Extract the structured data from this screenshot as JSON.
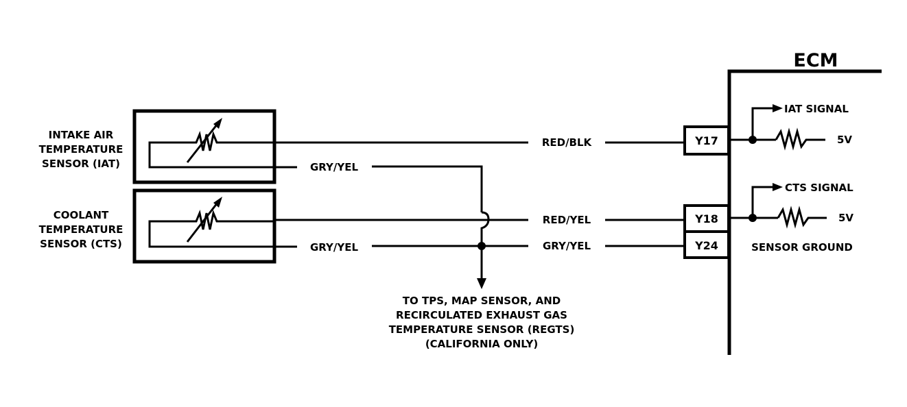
{
  "diagram": {
    "title": "ECM",
    "sensors": [
      {
        "id": "iat",
        "label_lines": [
          "INTAKE AIR",
          "TEMPERATURE",
          "SENSOR (IAT)"
        ]
      },
      {
        "id": "cts",
        "label_lines": [
          "COOLANT",
          "TEMPERATURE",
          "SENSOR (CTS)"
        ]
      }
    ],
    "wires": {
      "iat_signal": "RED/BLK",
      "iat_ground": "GRY/YEL",
      "cts_signal": "RED/YEL",
      "cts_ground_left": "GRY/YEL",
      "cts_ground_right": "GRY/YEL"
    },
    "pins": [
      "Y17",
      "Y18",
      "Y24"
    ],
    "ecm_internal": {
      "iat_signal": "IAT SIGNAL",
      "iat_ref": "5V",
      "cts_signal": "CTS SIGNAL",
      "cts_ref": "5V",
      "sensor_ground": "SENSOR GROUND"
    },
    "note_lines": [
      "TO TPS, MAP SENSOR, AND",
      "RECIRCULATED EXHAUST GAS",
      "TEMPERATURE SENSOR (REGTS)",
      "(CALIFORNIA ONLY)"
    ]
  }
}
